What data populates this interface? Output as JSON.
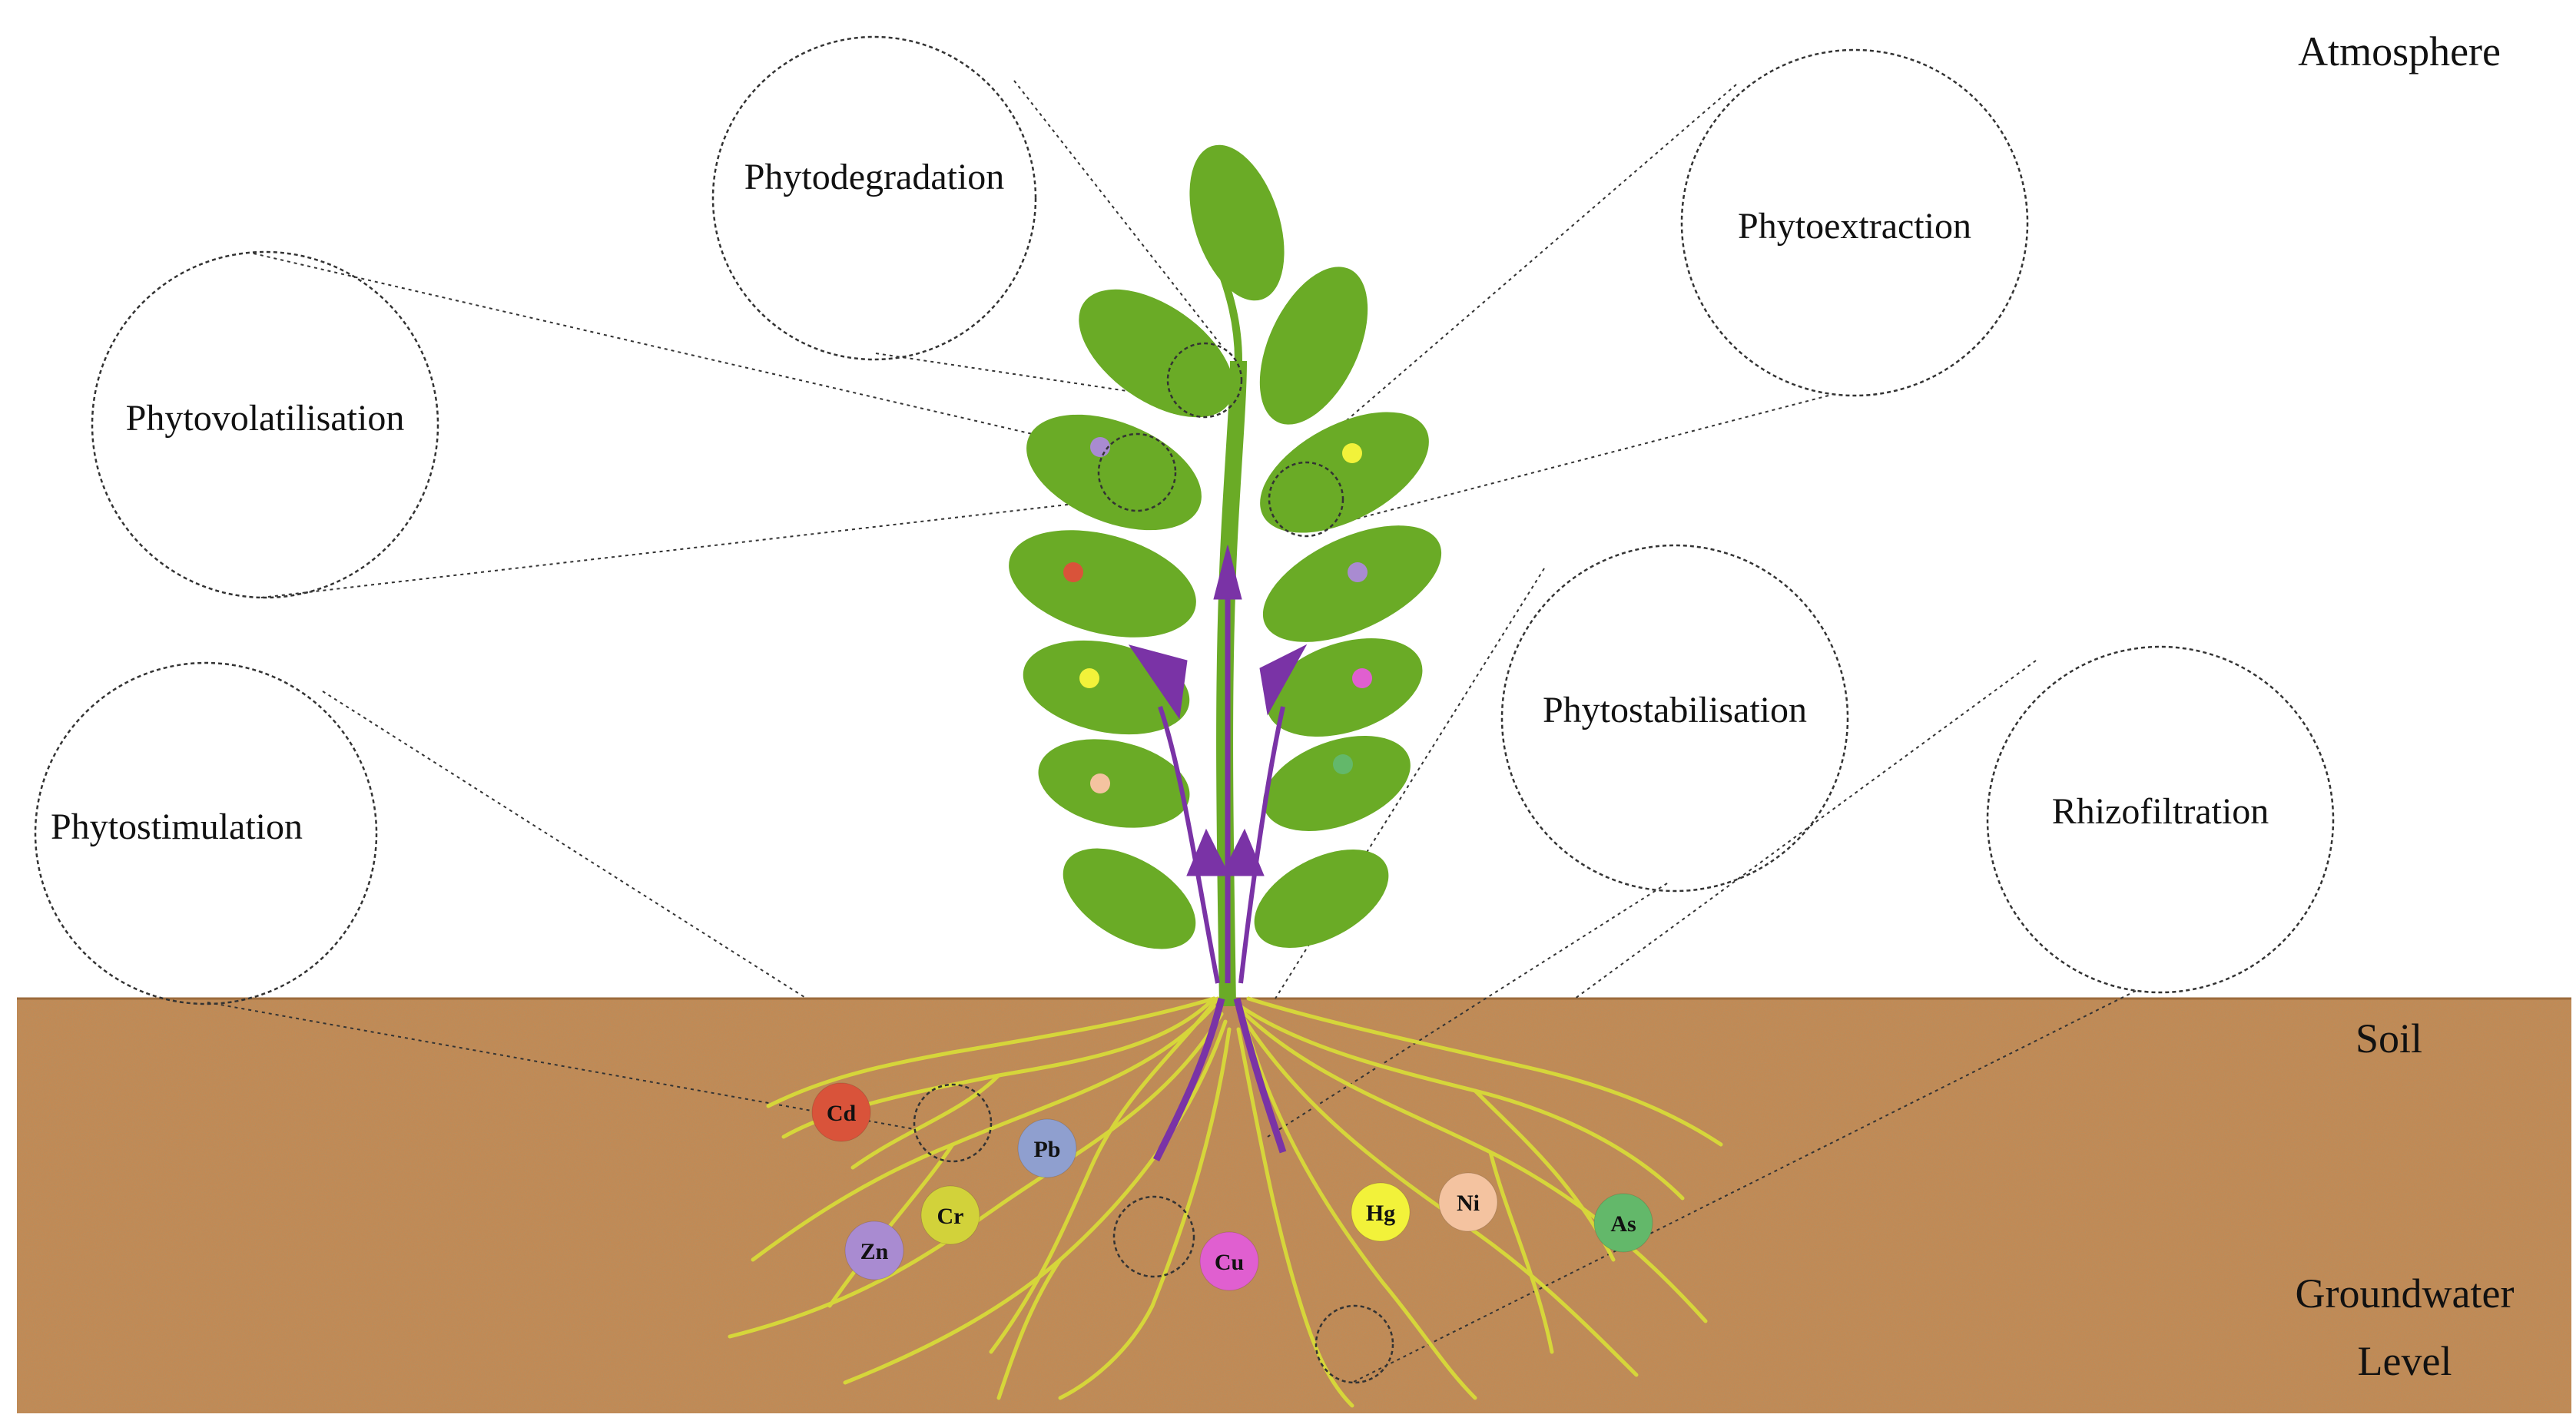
{
  "zones": {
    "atmosphere": "Atmosphere",
    "soil": "Soil",
    "groundwater_line1": "Groundwater",
    "groundwater_line2": "Level"
  },
  "processes": {
    "phytodegradation": "Phytodegradation",
    "phytoextraction": "Phytoextraction",
    "phytovolatilisation": "Phytovolatilisation",
    "phytostabilisation": "Phytostabilisation",
    "phytostimulation": "Phytostimulation",
    "rhizofiltration": "Rhizofiltration"
  },
  "metals": [
    {
      "symbol": "Cd",
      "color": "#d9533a"
    },
    {
      "symbol": "Pb",
      "color": "#8f9fcf"
    },
    {
      "symbol": "Cr",
      "color": "#d2d23a"
    },
    {
      "symbol": "Zn",
      "color": "#a98bd1"
    },
    {
      "symbol": "Cu",
      "color": "#e05fd0"
    },
    {
      "symbol": "Hg",
      "color": "#f2f23a"
    },
    {
      "symbol": "Ni",
      "color": "#f4c3a0"
    },
    {
      "symbol": "As",
      "color": "#63b86a"
    }
  ],
  "colors": {
    "soil": "#c28a55",
    "leaf": "#6aab26",
    "arrow": "#7a33a6",
    "roots": "#d6d63a"
  }
}
